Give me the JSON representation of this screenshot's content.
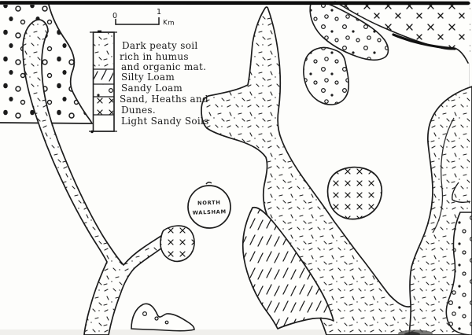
{
  "map": {
    "type": "hand-drawn soil map (scanned)",
    "colors": {
      "ink": "#1c1c1c",
      "paper": "#fdfdfb"
    },
    "scale_bar": {
      "start_label": "0",
      "end_label": "1",
      "unit_label": "Km"
    },
    "legend": {
      "lines": [
        "Dark peaty soil",
        "rich in humus",
        "and organic mat.",
        "Silty Loam",
        "Sandy Loam",
        "Sand, Heaths and",
        "Dunes.",
        "Light Sandy Soils"
      ],
      "entries": [
        {
          "swatch": "peat-speckle",
          "label": "Dark peaty soil rich in humus and organic mat."
        },
        {
          "swatch": "diagonal-dashes",
          "label": "Silty Loam"
        },
        {
          "swatch": "open-circles",
          "label": "Sandy Loam"
        },
        {
          "swatch": "x-marks",
          "label": "Sand, Heaths and Dunes."
        },
        {
          "swatch": "blank",
          "label": "Light Sandy Soils"
        }
      ]
    },
    "place": {
      "line1": "NORTH",
      "line2": "WALSHAM"
    }
  }
}
